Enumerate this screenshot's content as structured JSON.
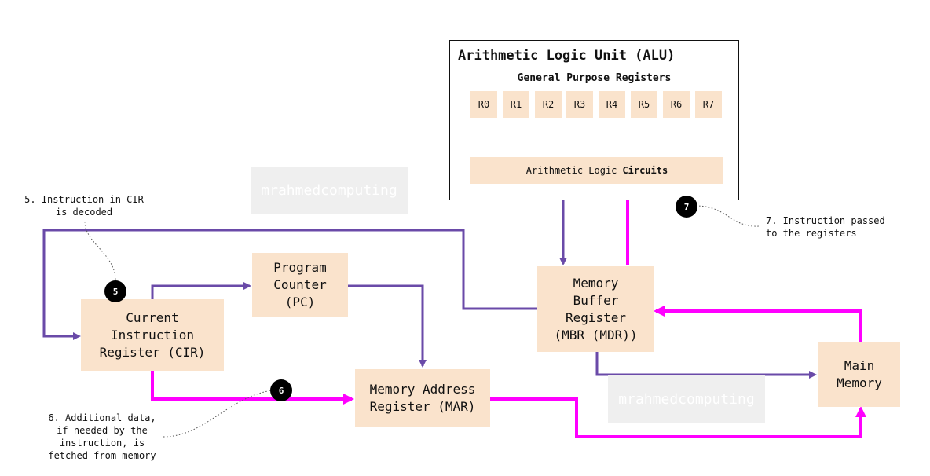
{
  "alu": {
    "title": "Arithmetic Logic Unit (ALU)",
    "gpr_title": "General Purpose Registers",
    "registers": [
      "R0",
      "R1",
      "R2",
      "R3",
      "R4",
      "R5",
      "R6",
      "R7"
    ],
    "circuits_normal": "Arithmetic Logic",
    "circuits_bold": "Circuits"
  },
  "boxes": {
    "program_counter": "Program\nCounter\n(PC)",
    "cir": "Current\nInstruction\nRegister (CIR)",
    "mar": "Memory Address\nRegister (MAR)",
    "mbr": "Memory\nBuffer\nRegister\n(MBR (MDR))",
    "main_memory": "Main\nMemory"
  },
  "watermarks": [
    "mrahmedcomputing",
    "mrahmedcomputing"
  ],
  "steps": {
    "step5": {
      "number": "5",
      "text": "5. Instruction in CIR\nis decoded"
    },
    "step6": {
      "number": "6",
      "text": "6. Additional data,\nif needed by the\ninstruction, is\nfetched from memory"
    },
    "step7": {
      "number": "7",
      "text": "7. Instruction passed\nto the registers"
    }
  },
  "colors": {
    "box_fill": "#fae3cc",
    "purple": "#6a4aa8",
    "magenta": "#ff00ff",
    "badge": "#000000"
  }
}
